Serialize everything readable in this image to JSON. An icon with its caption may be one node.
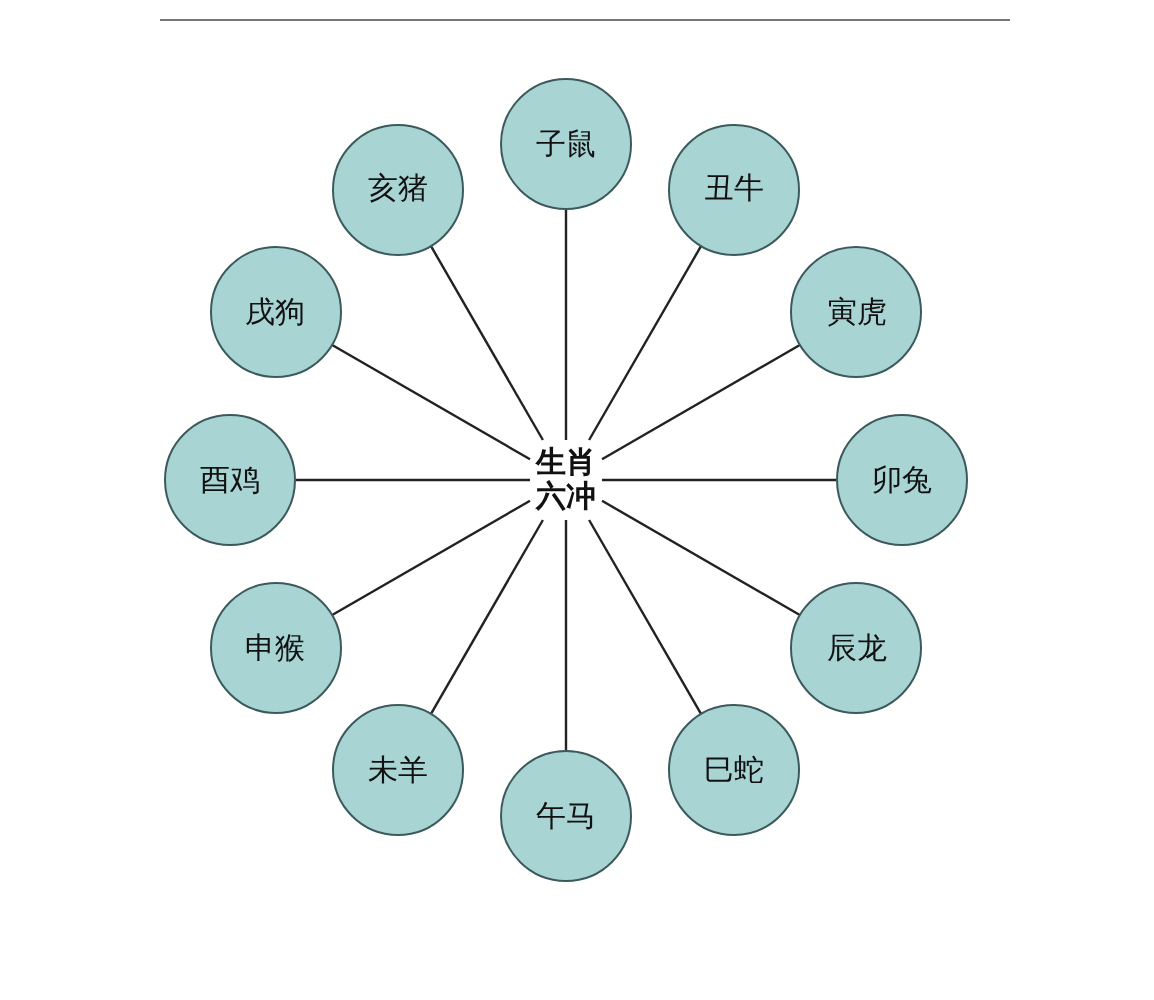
{
  "diagram": {
    "nodes": [
      {
        "text": [
          "生肖六冲"
        ]
      },
      {
        "text": [
          "子鼠"
        ]
      },
      {
        "text": [
          "丑牛"
        ]
      },
      {
        "text": [
          "寅虎"
        ]
      },
      {
        "text": [
          "卯兔"
        ]
      },
      {
        "text": [
          "辰龙"
        ]
      },
      {
        "text": [
          "巳蛇"
        ]
      },
      {
        "text": [
          "午马"
        ]
      },
      {
        "text": [
          "未羊"
        ]
      },
      {
        "text": [
          "申猴"
        ]
      },
      {
        "text": [
          "酉鸡"
        ]
      },
      {
        "text": [
          "戌狗"
        ]
      },
      {
        "text": [
          "亥猪"
        ]
      }
    ],
    "edges": [
      {
        "from": 0,
        "to": 1,
        "arrow": "none"
      },
      {
        "from": 0,
        "to": 2,
        "arrow": "none"
      },
      {
        "from": 0,
        "to": 3,
        "arrow": "none"
      },
      {
        "from": 0,
        "to": 4,
        "arrow": "none"
      },
      {
        "from": 0,
        "to": 5,
        "arrow": "none"
      },
      {
        "from": 0,
        "to": 6,
        "arrow": "none"
      },
      {
        "from": 0,
        "to": 7,
        "arrow": "none"
      },
      {
        "from": 0,
        "to": 8,
        "arrow": "none"
      },
      {
        "from": 0,
        "to": 9,
        "arrow": "none"
      },
      {
        "from": 0,
        "to": 10,
        "arrow": "none"
      },
      {
        "from": 0,
        "to": 11,
        "arrow": "none"
      },
      {
        "from": 0,
        "to": 12,
        "arrow": "none"
      }
    ]
  }
}
